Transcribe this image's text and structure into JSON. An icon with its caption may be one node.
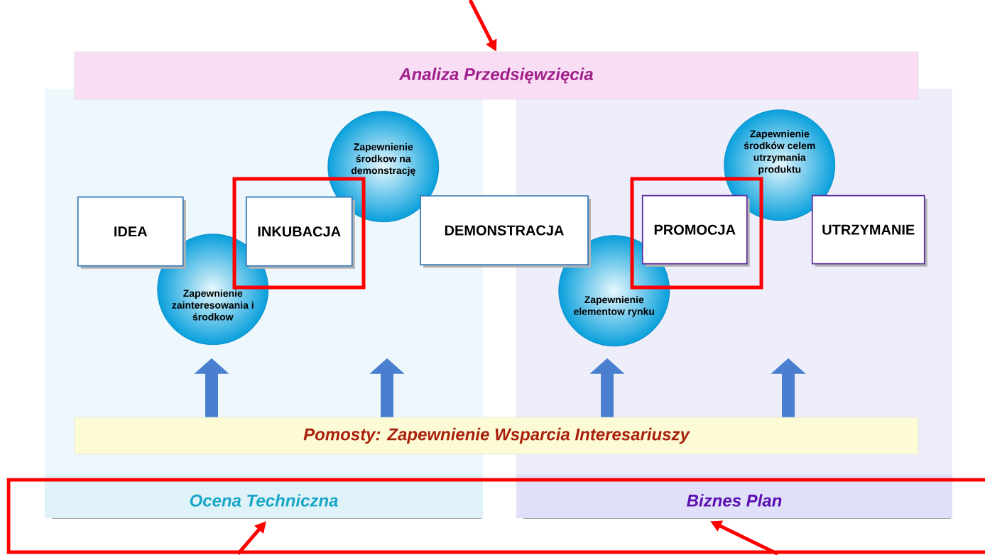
{
  "diagram": {
    "nodes": [
      {
        "text": [
          "Analiza Przedsięwzięcia"
        ]
      },
      {
        "text": [],
        "shape": "box"
      },
      {
        "text": [],
        "shape": "box"
      },
      {
        "text": [
          "Zapewnienie środkow na demonstrację"
        ],
        "in": 1
      },
      {
        "text": [
          "Zapewnienie środków celem utrzymania produktu"
        ],
        "in": 2
      },
      {
        "text": [
          "IDEA"
        ],
        "in": 1
      },
      {
        "text": [
          "INKUBACJA"
        ],
        "in": 1
      },
      {
        "text": [
          "DEMONSTRACJA"
        ]
      },
      {
        "text": [
          "PROMOCJA"
        ],
        "in": 2
      },
      {
        "text": [
          "UTRZYMANIE"
        ],
        "in": 2
      },
      {
        "text": [
          "Zapewnienie zainteresowania i środkow"
        ],
        "in": 1
      },
      {
        "text": [
          "Zapewnienie elementow rynku"
        ],
        "in": 2
      },
      {
        "text": [
          "Pomosty: Zapewnienie Wsparcia Interesariuszy"
        ]
      },
      {
        "text": [],
        "shape": "box"
      },
      {
        "text": [
          "Ocena Techniczna"
        ]
      },
      {
        "text": [
          "Biznes Plan"
        ]
      }
    ],
    "edges": [
      {
        "from": null,
        "to": 0,
        "arrow": "to",
        "color": "#ff0000"
      },
      {
        "from": 13,
        "to": 14,
        "arrow": "to",
        "color": "#ff0000"
      },
      {
        "from": 13,
        "to": 15,
        "arrow": "to",
        "color": "#ff0000"
      },
      {
        "from": 12,
        "to": null,
        "arrow": "to",
        "color": "#4a7fd0"
      },
      {
        "from": 12,
        "to": null,
        "arrow": "to",
        "color": "#4a7fd0"
      },
      {
        "from": 12,
        "to": null,
        "arrow": "to",
        "color": "#4a7fd0"
      },
      {
        "from": 12,
        "to": null,
        "arrow": "to",
        "color": "#4a7fd0"
      }
    ]
  }
}
